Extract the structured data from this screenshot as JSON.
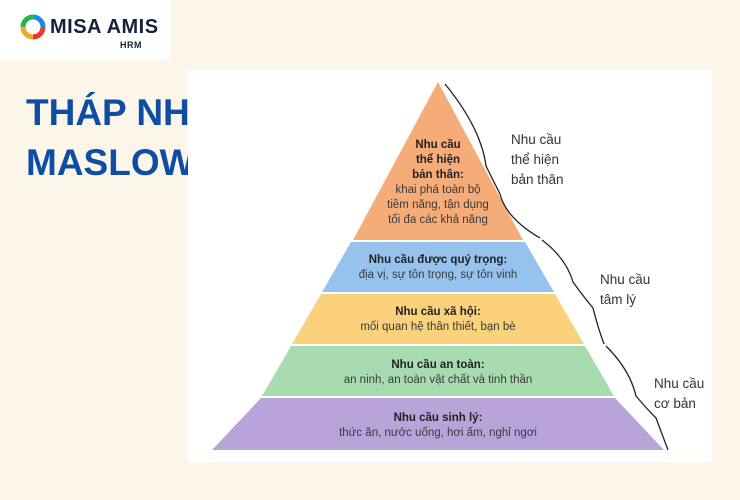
{
  "brand": {
    "name": "MISA AMIS",
    "sub": "HRM",
    "logo_icon": "misa-ring-logo",
    "colors": [
      "#e63a2e",
      "#f5a623",
      "#2bb34b",
      "#1e88e5"
    ]
  },
  "title": {
    "line1": "THÁP NHU CẦU",
    "line2": "MASLOW",
    "color": "#0d4da3"
  },
  "pyramid": {
    "levels": [
      {
        "heading": "Nhu cầu\nthể hiện\nbản thân:",
        "desc": "khai phá toàn bộ\ntiềm năng, tận dụng\ntối đa các khả năng",
        "color": "#f6ac79"
      },
      {
        "heading": "Nhu cầu được quý trọng:",
        "desc": "địa vị, sự tôn trọng, sự tôn vinh",
        "color": "#95c3ee"
      },
      {
        "heading": "Nhu cầu xã hội:",
        "desc": "mối quan hệ thân thiết, bạn bè",
        "color": "#fbd27c"
      },
      {
        "heading": "Nhu cầu an toàn:",
        "desc": "an ninh, an toàn vật chất và tinh thần",
        "color": "#a8dcb0"
      },
      {
        "heading": "Nhu cầu sinh lý:",
        "desc": "thức ăn, nước uống, hơi ấm, nghỉ ngơi",
        "color": "#b9a3d8"
      }
    ]
  },
  "groups": [
    {
      "label": "Nhu cầu\nthể hiện\nbản thân"
    },
    {
      "label": "Nhu cầu\ntâm lý"
    },
    {
      "label": "Nhu cầu\ncơ bản"
    }
  ]
}
